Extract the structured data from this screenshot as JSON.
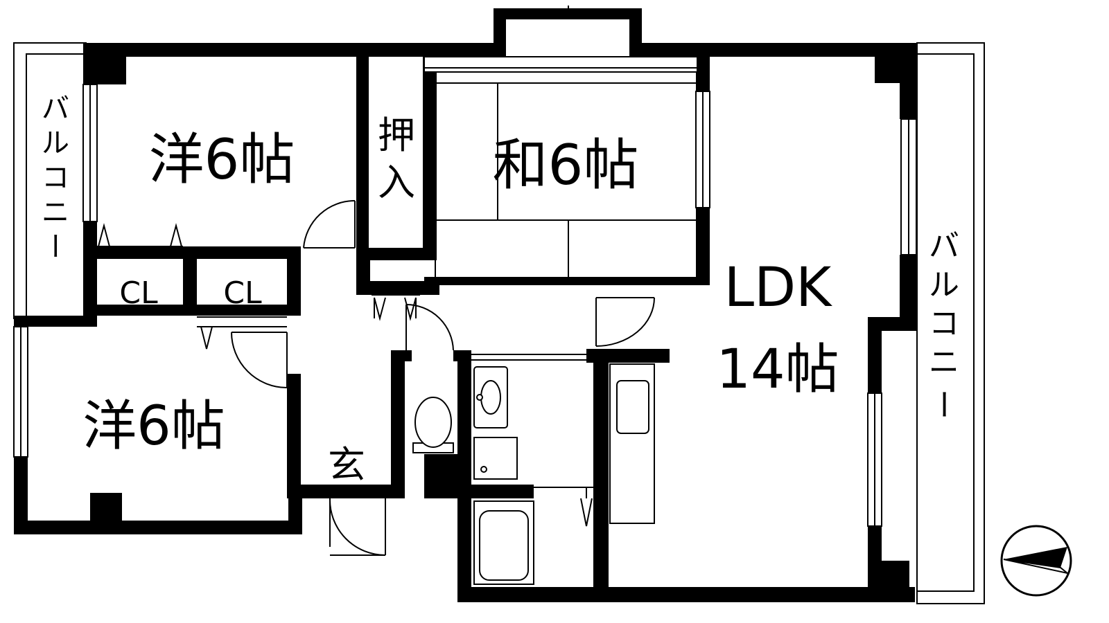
{
  "rooms": {
    "western_top": "洋6帖",
    "western_bottom": "洋6帖",
    "japanese": "和6帖",
    "oshiire_line1": "押",
    "oshiire_line2": "入",
    "ldk_line1": "LDK",
    "ldk_line2": "14帖",
    "closet_left": "CL",
    "closet_right": "CL",
    "entrance": "玄"
  },
  "balconies": {
    "left": [
      "バ",
      "ル",
      "コ",
      "ニ",
      "ー"
    ],
    "right": [
      "バ",
      "ル",
      "コ",
      "ニ",
      "ー"
    ]
  },
  "compass": {
    "icon": "north-arrow-icon"
  },
  "colors": {
    "wall": "#000000",
    "background": "#ffffff"
  }
}
